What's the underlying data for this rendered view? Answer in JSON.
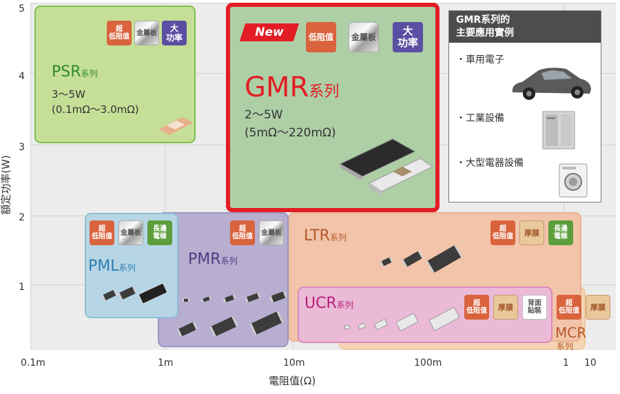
{
  "axes": {
    "x_label": "電阻值(Ω)",
    "y_label": "額定功率(W)",
    "x_ticks": [
      "0.1m",
      "1m",
      "10m",
      "100m",
      "1",
      "10"
    ],
    "y_ticks": [
      "5",
      "4",
      "3",
      "2",
      "1"
    ]
  },
  "badges": {
    "super_low": "超\n低阻值",
    "low": "低阻值",
    "metal": "金屬板",
    "high_power": "大\n功率",
    "long_side": "長邊\n電極",
    "thick_film": "厚膜",
    "back_mount": "背面\n貼裝"
  },
  "series": {
    "psr": {
      "name": "PSR",
      "suffix": "系列",
      "power": "3～5W",
      "range": "(0.1mΩ～3.0mΩ)"
    },
    "gmr": {
      "new_tag": "New",
      "name": "GMR",
      "suffix": "系列",
      "power": "2～5W",
      "range": "(5mΩ～220mΩ)"
    },
    "pml": {
      "name": "PML",
      "suffix": "系列"
    },
    "pmr": {
      "name": "PMR",
      "suffix": "系列"
    },
    "ltr": {
      "name": "LTR",
      "suffix": "系列"
    },
    "ucr": {
      "name": "UCR",
      "suffix": "系列"
    },
    "mcr": {
      "name": "MCR",
      "suffix": "系列"
    }
  },
  "applications": {
    "title_line1": "GMR系列的",
    "title_line2": "主要應用實例",
    "items": [
      "・車用電子",
      "・工業設備",
      "・大型電器設備"
    ]
  },
  "colors": {
    "psr": "#c6df97",
    "gmr": "#aecfa6",
    "gmr_border": "#e21d24",
    "pml": "#b6d6e6",
    "pmr": "#b7aed0",
    "ltr": "#f2c4aa",
    "ucr": "#ebbad6",
    "mcr": "#f5d5b6"
  }
}
